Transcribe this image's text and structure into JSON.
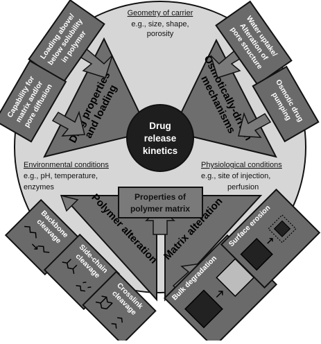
{
  "center": {
    "lines": [
      "Drug",
      "release",
      "kinetics"
    ]
  },
  "top": {
    "heading": "Geometry of carrier",
    "lines": [
      "e.g., size, shape,",
      "porosity"
    ]
  },
  "left": {
    "heading": "Environmental conditions",
    "lines": [
      "e.g., pH,  temperature,",
      "enzymes"
    ]
  },
  "right": {
    "heading": "Physiological conditions",
    "lines": [
      "e.g., site of injection,",
      "perfusion"
    ]
  },
  "matrix_box": {
    "lines": [
      "Properties of",
      "polymer matrix"
    ]
  },
  "triangles": {
    "drug": [
      "Drug properties",
      "and loading"
    ],
    "osmotic": [
      "Osmotically-driven",
      "mechanisms"
    ],
    "polymer": "Polymer alteration",
    "matrix": "Matrix alteration"
  },
  "boxes": {
    "loading": [
      "Loading above/",
      "below solubility",
      "in polymer"
    ],
    "capability": [
      "Capability for",
      "matrix and/or",
      "pore diffusion"
    ],
    "water": [
      "Water uptake/",
      "Alteration of",
      "pore structure"
    ],
    "osmotic_pump": [
      "Osmotic drug",
      "pumping"
    ],
    "backbone": [
      "Backbone",
      "cleavage"
    ],
    "sidechain": [
      "Side-chain",
      "cleavage"
    ],
    "crosslink": [
      "Crosslink",
      "cleavage"
    ],
    "bulk": "Bulk degradation",
    "surface": "Surface erosion"
  },
  "colors": {
    "disc": "#d6d6d6",
    "triangle": "#6e6e6e",
    "box": "#6a6a6a",
    "center": "#1e1e1e",
    "outline": "#111111"
  }
}
